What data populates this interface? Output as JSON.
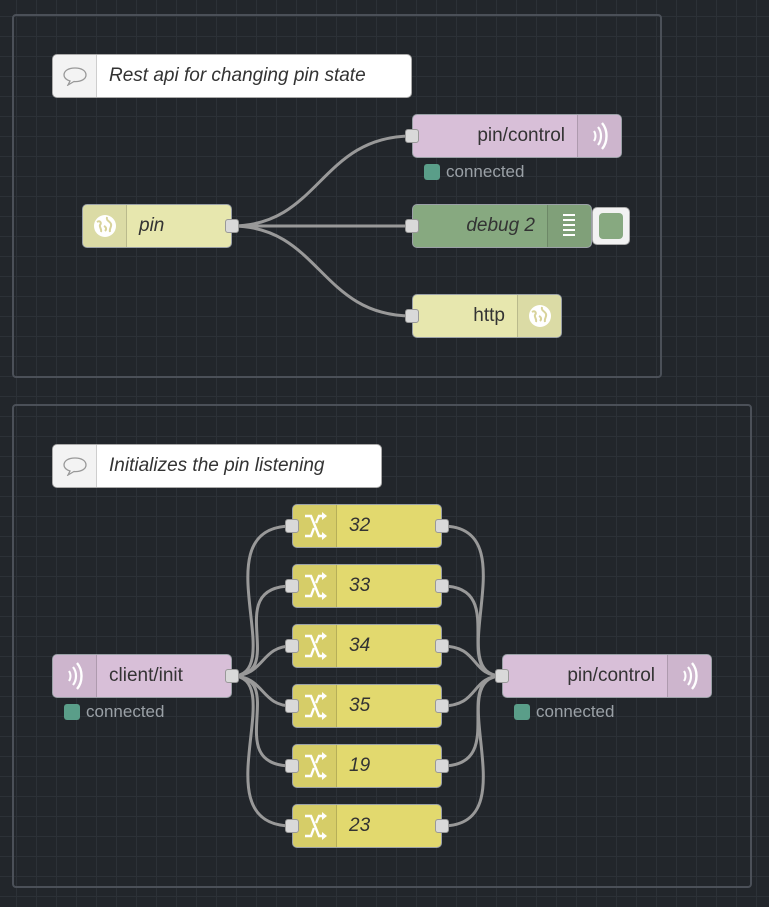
{
  "flows": {
    "rest_group": {
      "comment": "Rest api for changing pin state",
      "inject_node": "pin",
      "mqtt_out": "pin/control",
      "mqtt_out_status": "connected",
      "debug_node": "debug 2",
      "http_response": "http"
    },
    "init_group": {
      "comment": "Initializes the pin listening",
      "mqtt_in": "client/init",
      "mqtt_in_status": "connected",
      "switches": [
        "32",
        "33",
        "34",
        "35",
        "19",
        "23"
      ],
      "mqtt_out": "pin/control",
      "mqtt_out_status": "connected"
    }
  },
  "colors": {
    "mqtt": "#d8bfd8",
    "http": "#e7e7ae",
    "debug": "#87a980",
    "switch": "#e2d96e",
    "status_ok": "#5a9e89"
  },
  "icons": {
    "comment": "speech-bubble-icon",
    "http": "globe-icon",
    "mqtt": "wireless-signal-icon",
    "debug": "list-lines-icon",
    "switch": "shuffle-icon"
  }
}
